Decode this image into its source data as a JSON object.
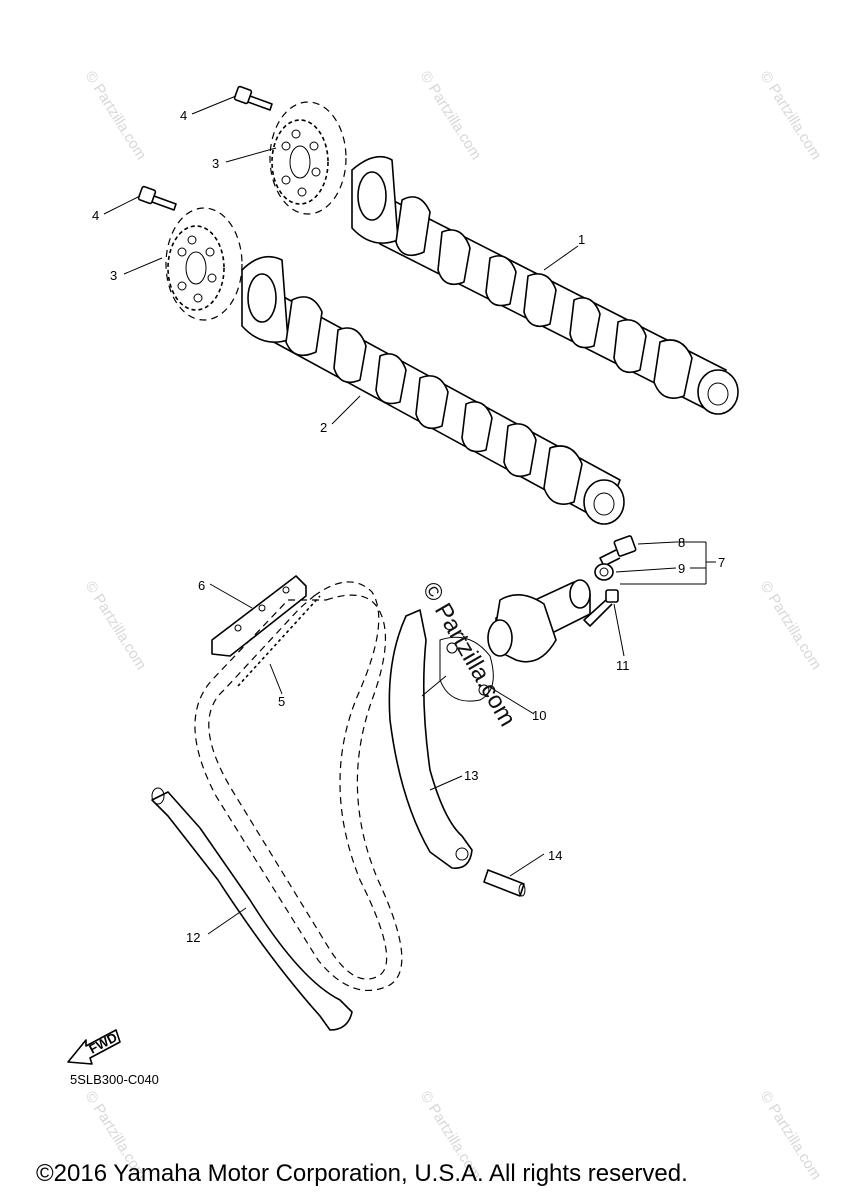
{
  "watermarks": {
    "text": "© Partzilla.com",
    "center_text": "© Partzilla.com"
  },
  "callouts": {
    "c1": "1",
    "c2": "2",
    "c3a": "3",
    "c3b": "3",
    "c4a": "4",
    "c4b": "4",
    "c5": "5",
    "c6": "6",
    "c7": "7",
    "c8": "8",
    "c9": "9",
    "c10": "10",
    "c11": "11",
    "c12": "12",
    "c13": "13",
    "c14": "14"
  },
  "fwd_label": "FWD",
  "diagram_code": "5SLB300-C040",
  "copyright": "©2016 Yamaha Motor Corporation, U.S.A. All rights reserved."
}
